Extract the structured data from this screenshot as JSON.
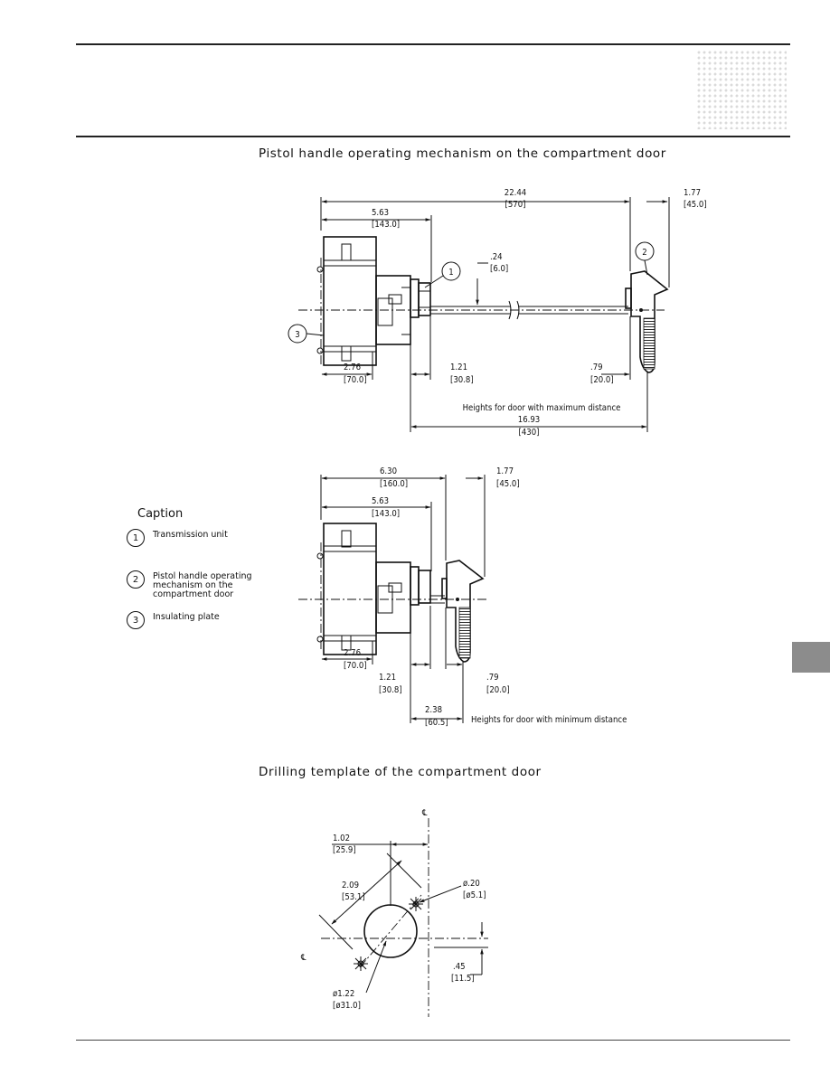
{
  "sections": {
    "pistol_title": "Pistol handle operating mechanism on the compartment door",
    "drilling_title": "Drilling template of the compartment door"
  },
  "caption": {
    "title": "Caption",
    "items": [
      {
        "num": "1",
        "text": "Transmission unit"
      },
      {
        "num": "2",
        "text": "Pistol handle operating mechanism on the compartment door"
      },
      {
        "num": "3",
        "text": "Insulating plate"
      }
    ]
  },
  "drawing_max": {
    "overall": "22.44",
    "overall_mm": "[570]",
    "handle": "1.77",
    "handle_mm": "[45.0]",
    "depth": "5.63",
    "depth_mm": "[143.0]",
    "shaft": ".24",
    "shaft_mm": "[6.0]",
    "base": "2.76",
    "base_mm": "[70.0]",
    "flange": "1.21",
    "flange_mm": "[30.8]",
    "door": ".79",
    "door_mm": "[20.0]",
    "note": "Heights for door with maximum distance",
    "span": "16.93",
    "span_mm": "[430]",
    "marker_1": "1",
    "marker_2": "2",
    "marker_3": "3"
  },
  "drawing_min": {
    "overall": "6.30",
    "overall_mm": "[160.0]",
    "handle": "1.77",
    "handle_mm": "[45.0]",
    "depth": "5.63",
    "depth_mm": "[143.0]",
    "base": "2.76",
    "base_mm": "[70.0]",
    "flange": "1.21",
    "flange_mm": "[30.8]",
    "door": ".79",
    "door_mm": "[20.0]",
    "span": "2.38",
    "span_mm": "[60.5]",
    "note": "Heights for door with minimum distance"
  },
  "drilling": {
    "centerline": "℄",
    "offset_x": "1.02",
    "offset_x_mm": "[25.9]",
    "diag": "2.09",
    "diag_mm": "[53.1]",
    "small_hole": "ø.20",
    "small_hole_mm": "[ø5.1]",
    "offset_y": ".45",
    "offset_y_mm": "[11.5]",
    "big_hole": "ø1.22",
    "big_hole_mm": "[ø31.0]"
  }
}
